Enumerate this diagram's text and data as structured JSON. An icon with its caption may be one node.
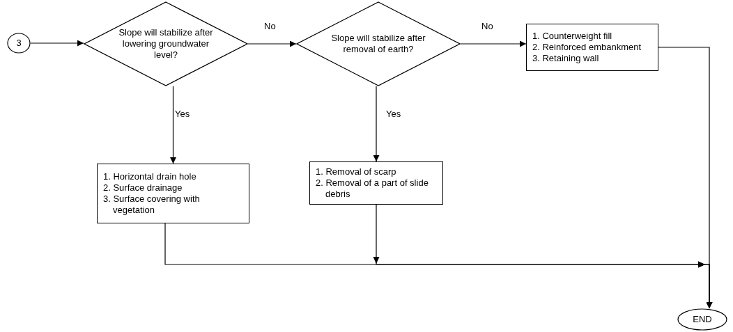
{
  "diagram": {
    "nodes": [
      {
        "text": [
          "3"
        ]
      },
      {
        "text": [
          "Slope will stabilize after lowering groundwater level?"
        ]
      },
      {
        "text": [
          "Slope will stabilize after removal of earth?"
        ]
      },
      {
        "text": [
          "1. Counterweight fill",
          "2. Reinforced embankment",
          "3. Retaining wall"
        ]
      },
      {
        "text": [
          "1. Horizontal drain hole",
          "2. Surface drainage",
          "3. Surface covering with vegetation"
        ]
      },
      {
        "text": [
          "1. Removal of scarp",
          "2. Removal of a part of slide debris"
        ]
      },
      {
        "text": [
          "END"
        ]
      }
    ],
    "edges": [
      {
        "from": 0,
        "to": 1,
        "arrow": "to"
      },
      {
        "from": 1,
        "to": 2,
        "arrow": "to",
        "label": "No"
      },
      {
        "from": 2,
        "to": 3,
        "arrow": "to",
        "label": "No"
      },
      {
        "from": 1,
        "to": 4,
        "arrow": "to",
        "label": "Yes"
      },
      {
        "from": 2,
        "to": 5,
        "arrow": "to",
        "label": "Yes"
      },
      {
        "from": 4,
        "to": 6,
        "arrow": "to"
      },
      {
        "from": 5,
        "to": 6,
        "arrow": "to"
      },
      {
        "from": 3,
        "to": 6,
        "arrow": "to"
      }
    ]
  }
}
